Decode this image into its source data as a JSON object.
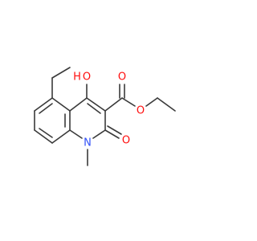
{
  "molecule": {
    "atoms": {
      "hydroxyl_oxygen": "O",
      "hydroxyl_hydrogen": "H",
      "ester_carbonyl_oxygen": "O",
      "ester_ether_oxygen": "O",
      "ring_carbonyl_oxygen": "O",
      "ring_nitrogen": "N"
    },
    "colors": {
      "bond": "#3a3a3a",
      "oxygen": "#ff0d0d",
      "nitrogen": "#3050f8"
    }
  }
}
